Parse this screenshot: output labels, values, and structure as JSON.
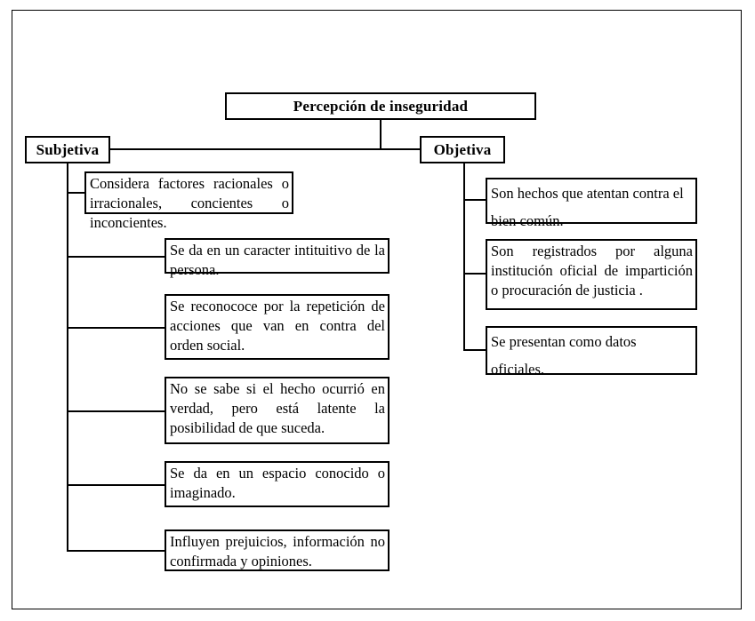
{
  "diagram": {
    "title_node": {
      "label": "Percepción de inseguridad"
    },
    "branches": [
      {
        "key": "subjetiva",
        "label": "Subjetiva",
        "items": [
          {
            "label": "Considera factores racionales o irracionales, concientes o inconcientes."
          },
          {
            "label": "Se da en un caracter intituitivo de la persona."
          },
          {
            "label": "Se reconococe por la repetición de acciones que van en contra del orden social."
          },
          {
            "label": "No se sabe si el hecho ocurrió en verdad, pero está latente la posibilidad de que suceda."
          },
          {
            "label": "Se da en un espacio conocido o imaginado."
          },
          {
            "label": "Influyen prejuicios, información no confirmada y opiniones."
          }
        ]
      },
      {
        "key": "objetiva",
        "label": "Objetiva",
        "items": [
          {
            "label": "Son hechos que atentan contra el bien común."
          },
          {
            "label": "Son registrados por alguna institución oficial de impartición o procuración de justicia ."
          },
          {
            "label": "Se presentan como datos oficiales."
          }
        ]
      }
    ],
    "colors": {
      "line": "#000000",
      "background": "#ffffff",
      "text": "#000000"
    }
  }
}
